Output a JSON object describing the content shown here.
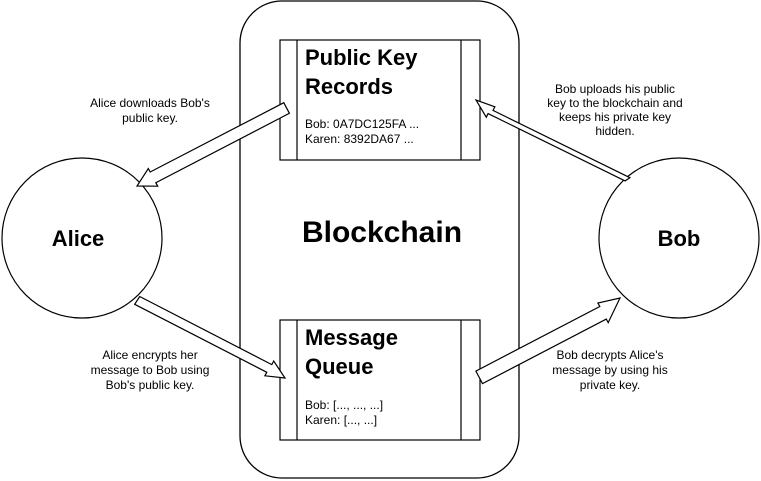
{
  "diagram": {
    "container": {
      "label": "Blockchain"
    },
    "public_key_records": {
      "title_line1": "Public Key",
      "title_line2": "Records",
      "entries": [
        "Bob: 0A7DC125FA ...",
        "Karen: 8392DA67 ..."
      ]
    },
    "message_queue": {
      "title_line1": "Message",
      "title_line2": "Queue",
      "entries": [
        "Bob: [..., ..., ...]",
        "Karen: [..., ...]"
      ]
    },
    "alice": {
      "label": "Alice"
    },
    "bob": {
      "label": "Bob"
    },
    "edges": {
      "alice_download": [
        "Alice downloads Bob's",
        "public key."
      ],
      "bob_upload": [
        "Bob uploads his public",
        "key to the blockchain and",
        "keeps his private key",
        "hidden."
      ],
      "alice_encrypt": [
        "Alice encrypts her",
        "message to Bob using",
        "Bob's public key."
      ],
      "bob_decrypt": [
        "Bob decrypts Alice's",
        "message by using his",
        "private key."
      ]
    }
  }
}
